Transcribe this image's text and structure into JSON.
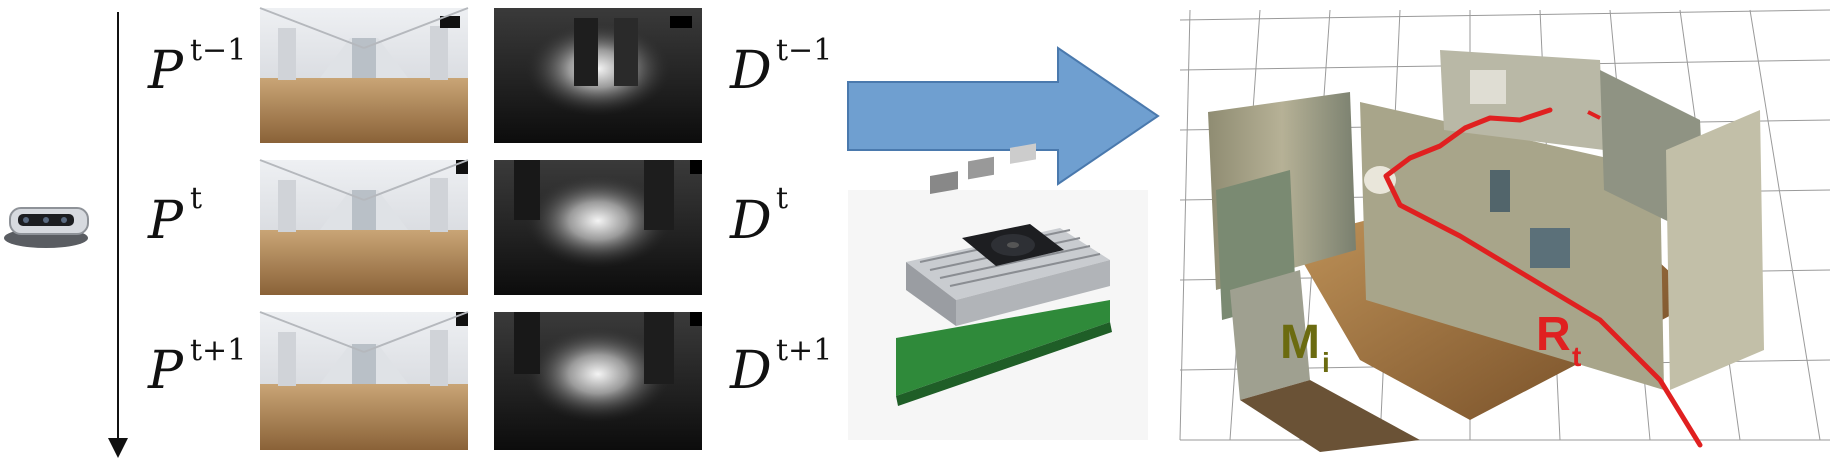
{
  "frames": [
    {
      "rgb": "P",
      "rgb_sup": "t−1",
      "depth": "D",
      "depth_sup": "t−1"
    },
    {
      "rgb": "P",
      "rgb_sup": "t",
      "depth": "D",
      "depth_sup": "t"
    },
    {
      "rgb": "P",
      "rgb_sup": "t+1",
      "depth": "D",
      "depth_sup": "t+1"
    }
  ],
  "map": {
    "map_label": "M",
    "map_sub": "i",
    "route_label": "R",
    "route_sub": "t"
  },
  "colors": {
    "arrow_fill": "#6f9fd0",
    "arrow_stroke": "#4a79ad",
    "map_label": "#6b6b10",
    "route": "#e02020",
    "board_pcb": "#2f8a3a",
    "heatsink": "#b9bcc0"
  },
  "icons": {
    "camera": "depth-camera-icon",
    "board": "embedded-computer-board",
    "time_axis": "time-axis-arrow"
  }
}
